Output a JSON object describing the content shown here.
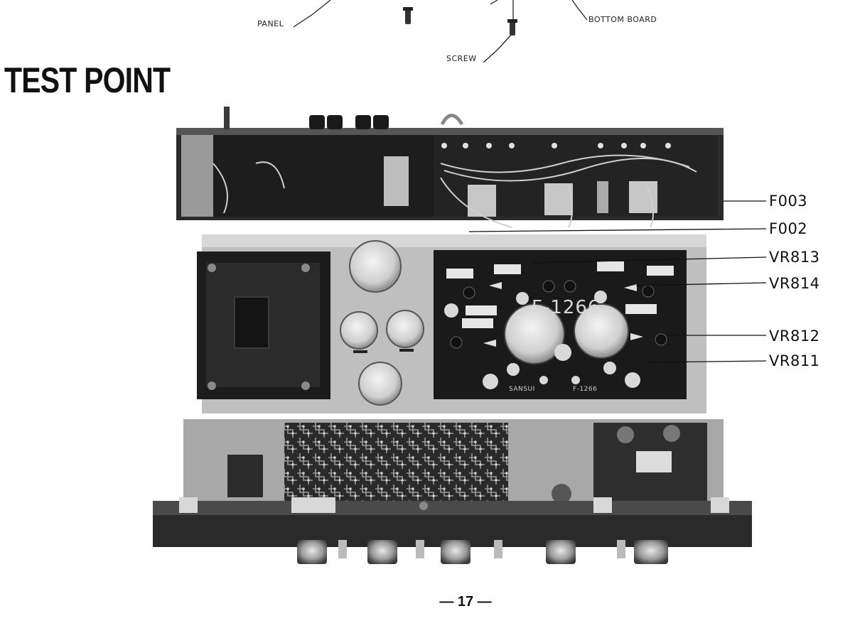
{
  "header_labels": {
    "panel": "PANEL",
    "bottom_board": "BOTTOM BOARD",
    "screw": "SCREW"
  },
  "title": "TEST POINT",
  "callouts": [
    {
      "id": "f003",
      "text": "F003"
    },
    {
      "id": "f002",
      "text": "F002"
    },
    {
      "id": "vr813",
      "text": "VR813"
    },
    {
      "id": "vr814",
      "text": "VR814"
    },
    {
      "id": "vr812",
      "text": "VR812"
    },
    {
      "id": "vr811",
      "text": "VR811"
    }
  ],
  "board": {
    "label": "F-1266",
    "silkscreen_brand": "SANSUI",
    "silkscreen_model": "F-1266"
  },
  "page_number": "— 17 —"
}
